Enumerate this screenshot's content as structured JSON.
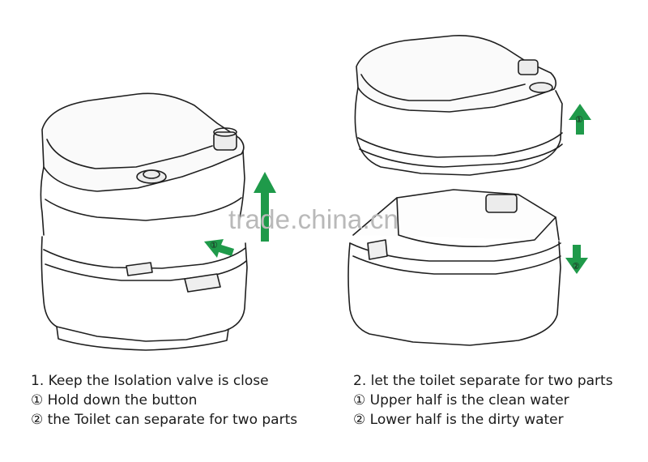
{
  "watermark": "trade.china.cn",
  "badges": {
    "step1_badge": "①",
    "upper_badge": "①",
    "lower_badge": "②"
  },
  "left_caption": {
    "title": "1. Keep the Isolation valve is close",
    "line1": "① Hold down the button",
    "line2": "② the Toilet can separate for two parts"
  },
  "right_caption": {
    "title": "2. let the toilet separate for two parts",
    "line1": "① Upper half is the clean water",
    "line2": "② Lower half is the dirty water"
  },
  "colors": {
    "arrow_green": "#1f9a4a",
    "line": "#1f1f1f",
    "text": "#1a1a1a"
  }
}
